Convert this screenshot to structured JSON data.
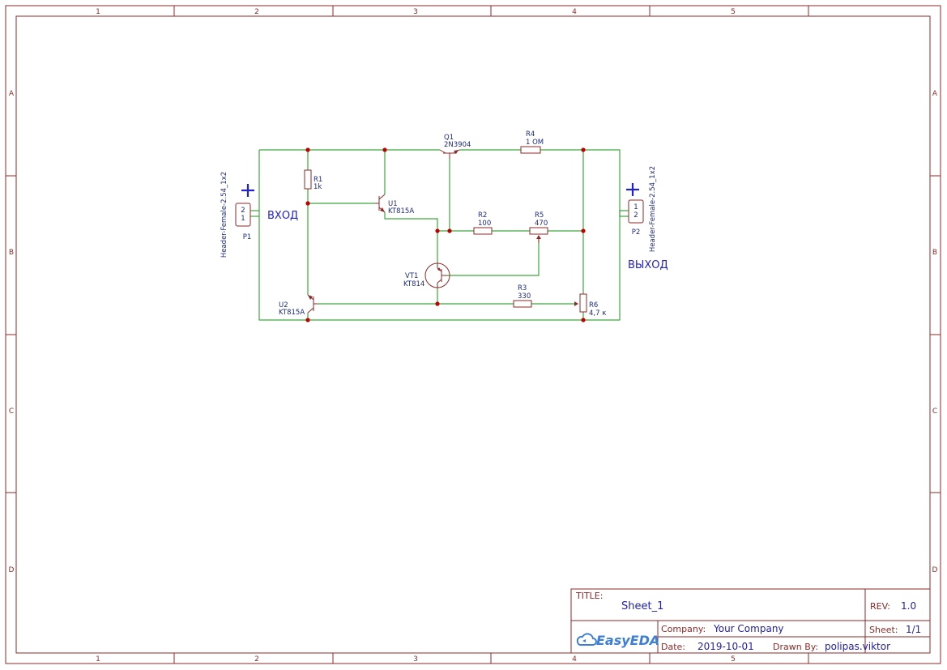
{
  "border": {
    "columns": [
      "1",
      "2",
      "3",
      "4",
      "5"
    ],
    "rows": [
      "A",
      "B",
      "C",
      "D"
    ]
  },
  "connectors": {
    "p1": {
      "ref": "P1",
      "footprint": "Header-Female-2.54_1x2",
      "pins": [
        "2",
        "1"
      ],
      "polarity": "+",
      "caption": "ВХОД"
    },
    "p2": {
      "ref": "P2",
      "footprint": "Header-Female-2.54_1x2",
      "pins": [
        "1",
        "2"
      ],
      "polarity": "+",
      "caption": "ВЫХОД"
    }
  },
  "components": {
    "q1": {
      "ref": "Q1",
      "value": "2N3904"
    },
    "u1": {
      "ref": "U1",
      "value": "KT815A"
    },
    "u2": {
      "ref": "U2",
      "value": "KT815A"
    },
    "vt1": {
      "ref": "VT1",
      "value": "KT814"
    },
    "r1": {
      "ref": "R1",
      "value": "1k"
    },
    "r2": {
      "ref": "R2",
      "value": "100"
    },
    "r3": {
      "ref": "R3",
      "value": "330"
    },
    "r4": {
      "ref": "R4",
      "value": "1 OM"
    },
    "r5": {
      "ref": "R5",
      "value": "470"
    },
    "r6": {
      "ref": "R6",
      "value": "4,7 к"
    }
  },
  "title_block": {
    "title_label": "TITLE:",
    "title": "Sheet_1",
    "rev_label": "REV:",
    "rev": "1.0",
    "company_label": "Company:",
    "company": "Your Company",
    "sheet_label": "Sheet:",
    "sheet": "1/1",
    "date_label": "Date:",
    "date": "2019-10-01",
    "drawn_label": "Drawn By:",
    "drawn_by": "polipas.viktor",
    "logo_text": "EasyEDA"
  },
  "colors": {
    "frame": "#8e2a2a",
    "wire": "#3da63d",
    "junction": "#c00000",
    "label": "#1c2a80",
    "annotation": "#2222cc"
  }
}
